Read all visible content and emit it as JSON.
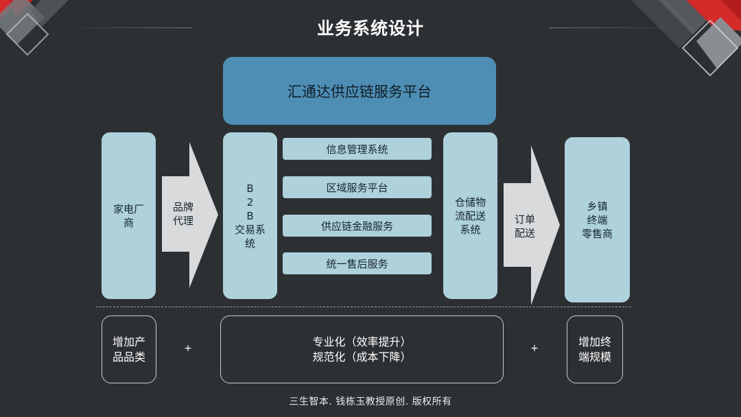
{
  "title": "业务系统设计",
  "platform": "汇通达供应链服务平台",
  "left_box": [
    "家电厂",
    "商"
  ],
  "arrow_left": [
    "品牌",
    "代理"
  ],
  "b2b_box": [
    "B",
    "2",
    "B",
    "交易系",
    "统"
  ],
  "subsystems": [
    "信息管理系统",
    "区域服务平台",
    "供应链金融服务",
    "统一售后服务"
  ],
  "warehouse_box": [
    "仓储物",
    "流配送",
    "系统"
  ],
  "arrow_right": [
    "订单",
    "配送"
  ],
  "right_box": [
    "乡镇",
    "终端",
    "零售商"
  ],
  "bottom": {
    "left": [
      "增加产",
      "品品类"
    ],
    "center": [
      "专业化（效率提升）",
      "规范化（成本下降）"
    ],
    "right": [
      "增加终",
      "端规模"
    ],
    "plus": "+"
  },
  "footer": "三生智本. 钱栋玉教授原创. 版权所有",
  "colors": {
    "background": "#2d3033",
    "platform": "#4e8db4",
    "box": "#aed1dc",
    "arrow": "#d9dadb",
    "accent_red": "#d42a2a"
  }
}
